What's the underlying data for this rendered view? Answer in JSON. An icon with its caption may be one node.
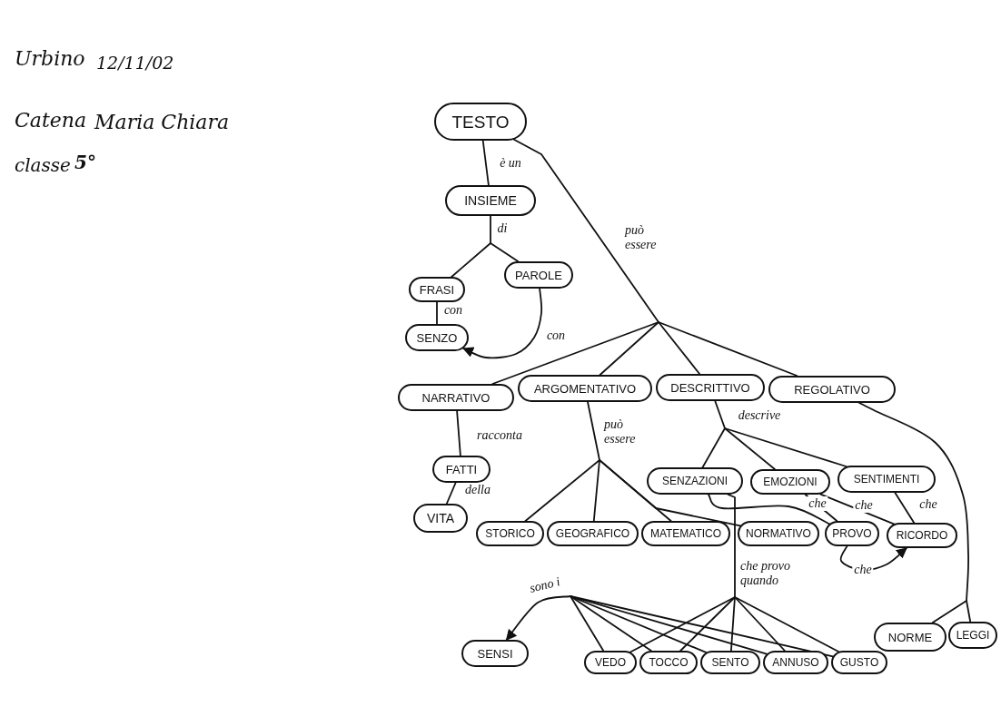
{
  "diagram": {
    "nodes": [
      {
        "text": [
          "TESTO"
        ]
      },
      {
        "text": [
          "INSIEME"
        ]
      },
      {
        "text": [
          "FRASI"
        ]
      },
      {
        "text": [
          "PAROLE"
        ]
      },
      {
        "text": [
          "SENZO"
        ]
      },
      {
        "text": [
          "NARRATIVO"
        ]
      },
      {
        "text": [
          "ARGOMENTATIVO"
        ]
      },
      {
        "text": [
          "DESCRITTIVO"
        ]
      },
      {
        "text": [
          "REGOLATIVO"
        ]
      },
      {
        "text": [
          "FATTI"
        ]
      },
      {
        "text": [
          "VITA"
        ]
      },
      {
        "text": [
          "SENZAZIONI"
        ]
      },
      {
        "text": [
          "EMOZIONI"
        ]
      },
      {
        "text": [
          "SENTIMENTI"
        ]
      },
      {
        "text": [
          "STORICO"
        ]
      },
      {
        "text": [
          "GEOGRAFICO"
        ]
      },
      {
        "text": [
          "MATEMATICO"
        ]
      },
      {
        "text": [
          "NORMATIVO"
        ]
      },
      {
        "text": [
          "PROVO"
        ]
      },
      {
        "text": [
          "RICORDO"
        ]
      },
      {
        "text": [
          "SENSI"
        ]
      },
      {
        "text": [
          "VEDO"
        ]
      },
      {
        "text": [
          "TOCCO"
        ]
      },
      {
        "text": [
          "SENTO"
        ]
      },
      {
        "text": [
          "ANNUSO"
        ]
      },
      {
        "text": [
          "GUSTO"
        ]
      },
      {
        "text": [
          "NORME"
        ]
      },
      {
        "text": [
          "LEGGI"
        ]
      }
    ],
    "edges": [
      {
        "from": 0,
        "to": 1,
        "arrow": "none",
        "label": "è un"
      },
      {
        "from": 1,
        "to": 2,
        "arrow": "none",
        "label": "di"
      },
      {
        "from": 1,
        "to": 3,
        "arrow": "none"
      },
      {
        "from": 2,
        "to": 4,
        "arrow": "none",
        "label": "con"
      },
      {
        "from": 3,
        "to": 4,
        "arrow": "to",
        "label": "con"
      },
      {
        "from": 0,
        "to": 5,
        "arrow": "none",
        "label": "può essere"
      },
      {
        "from": 0,
        "to": 6,
        "arrow": "none"
      },
      {
        "from": 0,
        "to": 7,
        "arrow": "none"
      },
      {
        "from": 0,
        "to": 8,
        "arrow": "none"
      },
      {
        "from": 5,
        "to": 9,
        "arrow": "none",
        "label": "racconta"
      },
      {
        "from": 9,
        "to": 10,
        "arrow": "none",
        "label": "della"
      },
      {
        "from": 6,
        "to": 14,
        "arrow": "none",
        "label": "può essere"
      },
      {
        "from": 6,
        "to": 15,
        "arrow": "none"
      },
      {
        "from": 6,
        "to": 16,
        "arrow": "none"
      },
      {
        "from": 6,
        "to": 17,
        "arrow": "none"
      },
      {
        "from": 7,
        "to": 11,
        "arrow": "none",
        "label": "descrive"
      },
      {
        "from": 7,
        "to": 12,
        "arrow": "none"
      },
      {
        "from": 7,
        "to": 13,
        "arrow": "none"
      },
      {
        "from": 12,
        "to": 18,
        "arrow": "none",
        "label": "che"
      },
      {
        "from": 12,
        "to": 19,
        "arrow": "none",
        "label": "che"
      },
      {
        "from": 13,
        "to": 19,
        "arrow": "none",
        "label": "che"
      },
      {
        "from": 18,
        "to": 19,
        "arrow": "to",
        "label": "che"
      },
      {
        "from": 11,
        "to": 18,
        "arrow": "none"
      },
      {
        "from": 11,
        "to": 21,
        "arrow": "none",
        "label": "che provo quando"
      },
      {
        "from": 11,
        "to": 22,
        "arrow": "none"
      },
      {
        "from": 11,
        "to": 23,
        "arrow": "none"
      },
      {
        "from": 11,
        "to": 24,
        "arrow": "none"
      },
      {
        "from": 11,
        "to": 25,
        "arrow": "none"
      },
      {
        "from": 21,
        "to": 20,
        "arrow": "to",
        "label": "sono i"
      },
      {
        "from": 22,
        "to": 20,
        "arrow": "to"
      },
      {
        "from": 23,
        "to": 20,
        "arrow": "to"
      },
      {
        "from": 24,
        "to": 20,
        "arrow": "to"
      },
      {
        "from": 25,
        "to": 20,
        "arrow": "to"
      },
      {
        "from": 8,
        "to": 26,
        "arrow": "none"
      },
      {
        "from": 8,
        "to": 27,
        "arrow": "none"
      }
    ],
    "labels": [
      "Urbino",
      "12/11/02",
      "Catena",
      "Maria Chiara",
      "classe",
      "5°"
    ]
  }
}
